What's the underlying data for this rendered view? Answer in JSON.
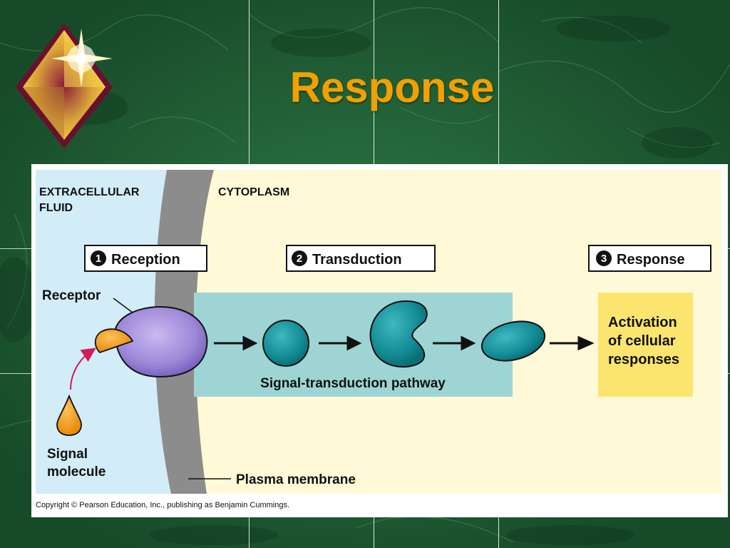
{
  "slide": {
    "title": "Response"
  },
  "colors": {
    "title": "#f2a000",
    "background": "#1f5a33",
    "extracellular": "#d2ecf8",
    "cytoplasm": "#fff9d8",
    "membrane": "#8c8c8c",
    "receptor": "#9d88d8",
    "signal_molecule": "#f5a01a",
    "pathway_box": "#9ed5d4",
    "relay_molecule": "#138c96",
    "response_box": "#fbe56e",
    "arrow_pink": "#d11a5a"
  },
  "figure": {
    "regions": {
      "extracellular": "EXTRACELLULAR",
      "extracellular_2": "FLUID",
      "cytoplasm": "CYTOPLASM"
    },
    "steps": [
      {
        "number": "1",
        "label": "Reception"
      },
      {
        "number": "2",
        "label": "Transduction"
      },
      {
        "number": "3",
        "label": "Response"
      }
    ],
    "receptor_label": "Receptor",
    "signal_label_1": "Signal",
    "signal_label_2": "molecule",
    "pathway_label": "Signal-transduction pathway",
    "response_lines": [
      "Activation",
      "of cellular",
      "responses"
    ],
    "membrane_label": "Plasma membrane",
    "copyright": "Copyright © Pearson Education, Inc., publishing as Benjamin Cummings."
  },
  "icons": {
    "logo": "diamond-star-icon"
  }
}
